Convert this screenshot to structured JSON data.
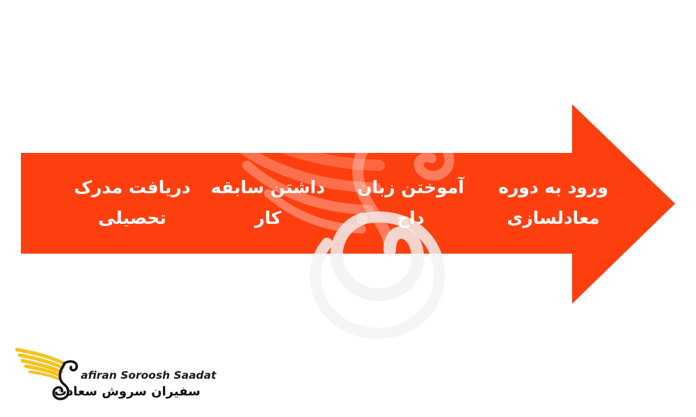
{
  "colors": {
    "arrow": "#fd3f10",
    "watermark": "#ffffff",
    "logo_wing": "#f6c21c",
    "text": "#ffffff"
  },
  "steps": [
    {
      "line1": "ورود به دوره",
      "line2": "معادلسازی"
    },
    {
      "line1": "آموختن زبان",
      "line2": "داچ"
    },
    {
      "line1": "داشتن سابقه",
      "line2": "کار"
    },
    {
      "line1": "دریافت مدرک",
      "line2": "تحصیلی"
    }
  ],
  "logo": {
    "latin": "afiran Soroosh Saadat",
    "persian": "سفیران سروش سعادت",
    "icon": "swan-wing-logo-icon"
  },
  "watermark_icon": "swan-wing-watermark-icon"
}
